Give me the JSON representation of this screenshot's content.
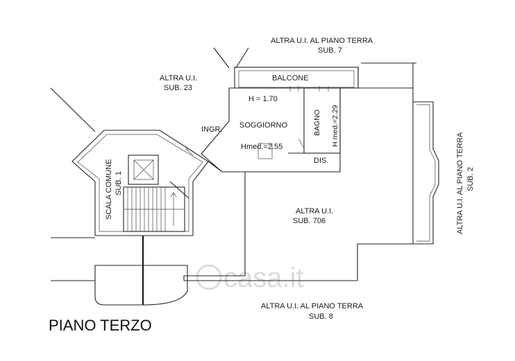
{
  "labels": {
    "altra_ui_piano_terra_sub7_line1": "ALTRA  U.I. AL PIANO TERRA",
    "altra_ui_piano_terra_sub7_line2": "SUB. 7",
    "altra_ui_sub23_line1": "ALTRA U.I.",
    "altra_ui_sub23_line2": "SUB. 23",
    "balcone": "BALCONE",
    "h_170": "H = 1.70",
    "soggiorno": "SOGGIORNO",
    "ingr": "INGR.",
    "hmed_255": "Hmed.=2.55",
    "bagno": "BAGNO",
    "h_med_229": "H med.=2.29",
    "dis": "DIS.",
    "scala_comune": "SCALA COMUNE",
    "scala_sub1": "SUB. 1",
    "altra_ui_sub706_line1": "ALTRA U.I.",
    "altra_ui_sub706_line2": "SUB. 706",
    "altra_ui_piano_terra_sub2_line1": "ALTRA U.I. AL PIANO TERRA",
    "altra_ui_piano_terra_sub2_line2": "SUB. 2",
    "altra_ui_piano_terra_sub8_line1": "ALTRA  U.I. AL PIANO TERRA",
    "altra_ui_piano_terra_sub8_line2": "SUB. 8",
    "floor_title": "PIANO TERZO",
    "watermark": "casa.it"
  },
  "colors": {
    "line": "#222222",
    "text": "#1a1a1a",
    "watermark": "#dcdcdc"
  }
}
